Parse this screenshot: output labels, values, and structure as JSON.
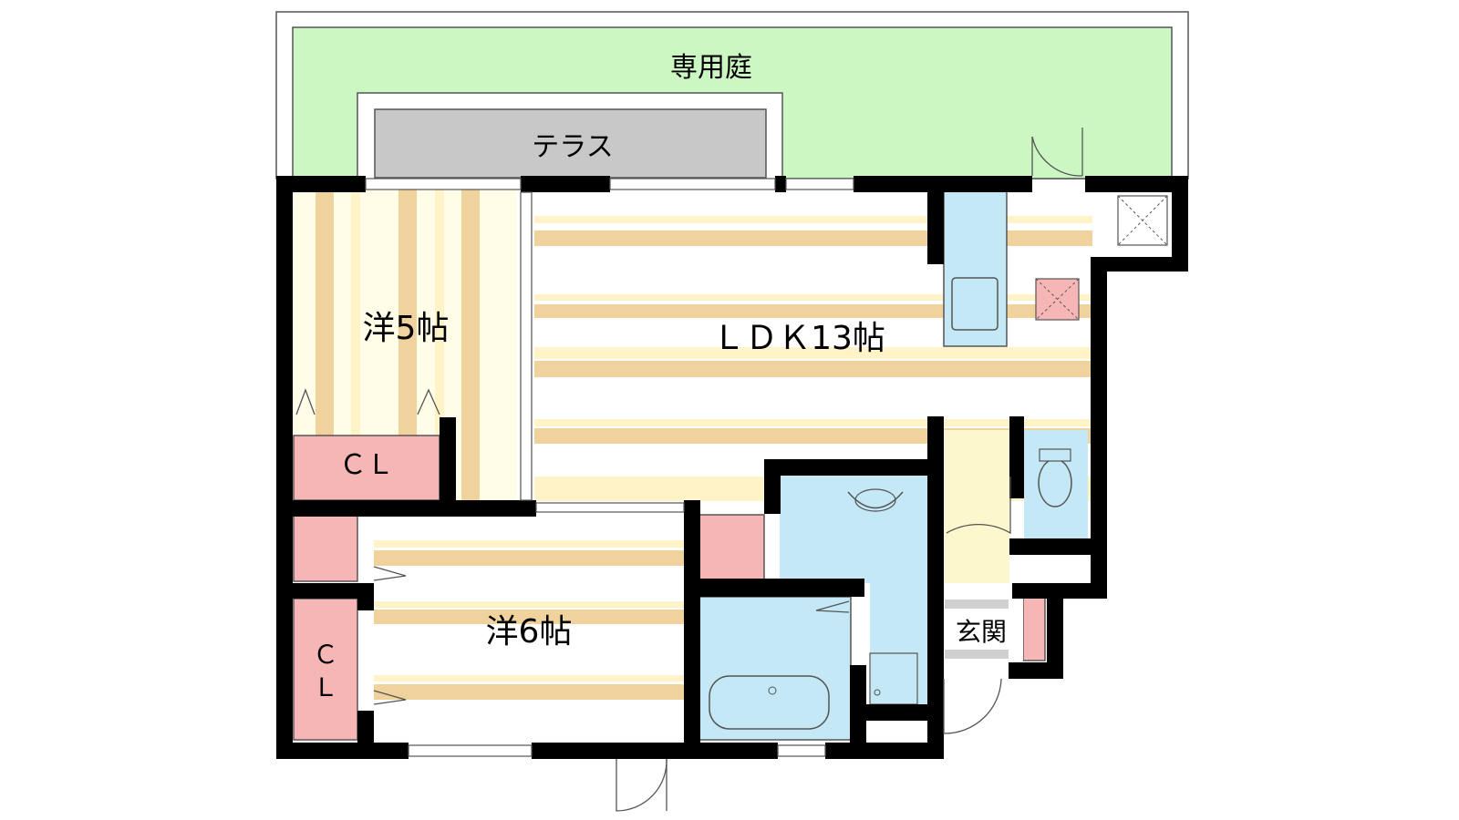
{
  "rooms": {
    "garden": "専用庭",
    "terrace": "テラス",
    "western_5": "洋5帖",
    "ldk": "ＬＤＫ13帖",
    "closet_a": "ＣＬ",
    "western_6": "洋6帖",
    "closet_b_line1": "Ｃ",
    "closet_b_line2": "Ｌ",
    "entrance": "玄関"
  },
  "colors": {
    "garden": "#ccf7c2",
    "terrace": "#c8c8c8",
    "floor_stripe": "#f0d29c",
    "floor_light": "#fff8dc",
    "closet": "#f7b6b6",
    "wet_area": "#c4e8f6",
    "entrance": "#fdf7cd",
    "wall": "#000000"
  }
}
